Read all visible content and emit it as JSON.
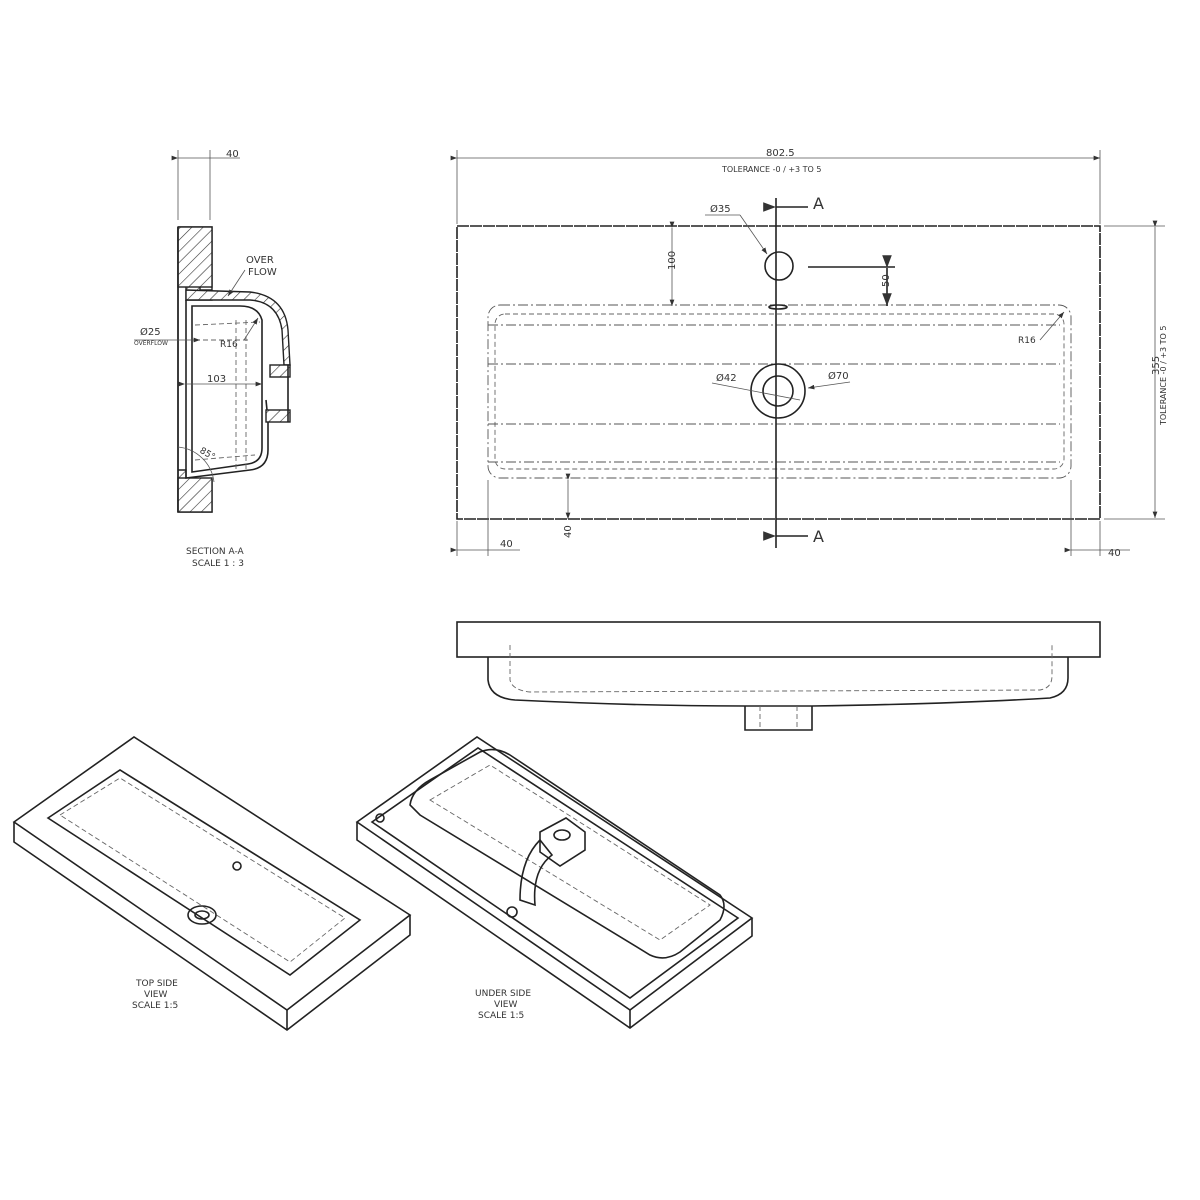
{
  "section_view": {
    "dim_top": "40",
    "overflow_label_1": "OVER",
    "overflow_label_2": "FLOW",
    "overflow_dia": "Ø25",
    "overflow_dia_note": "OVERFLOW",
    "radius": "R16",
    "depth": "103",
    "angle": "85°",
    "title": "SECTION A-A",
    "scale": "SCALE 1 : 3"
  },
  "plan_view": {
    "width": "802.5",
    "width_tolerance": "TOLERANCE -0 / +3 TO 5",
    "tap_hole": "Ø35",
    "section_mark_top": "A",
    "section_mark_bottom": "A",
    "tap_offset": "100",
    "tap_to_basin": "50",
    "corner_radius": "R16",
    "waste_inner": "Ø42",
    "waste_outer": "Ø70",
    "depth": "355",
    "depth_tolerance": "TOLERANCE -0 / +3 TO 5",
    "rim_left": "40",
    "rim_front": "40",
    "rim_right": "40"
  },
  "iso_top": {
    "line1": "TOP SIDE",
    "line2": "VIEW",
    "scale": "SCALE 1:5"
  },
  "iso_under": {
    "line1": "UNDER SIDE",
    "line2": "VIEW",
    "scale": "SCALE 1:5"
  }
}
